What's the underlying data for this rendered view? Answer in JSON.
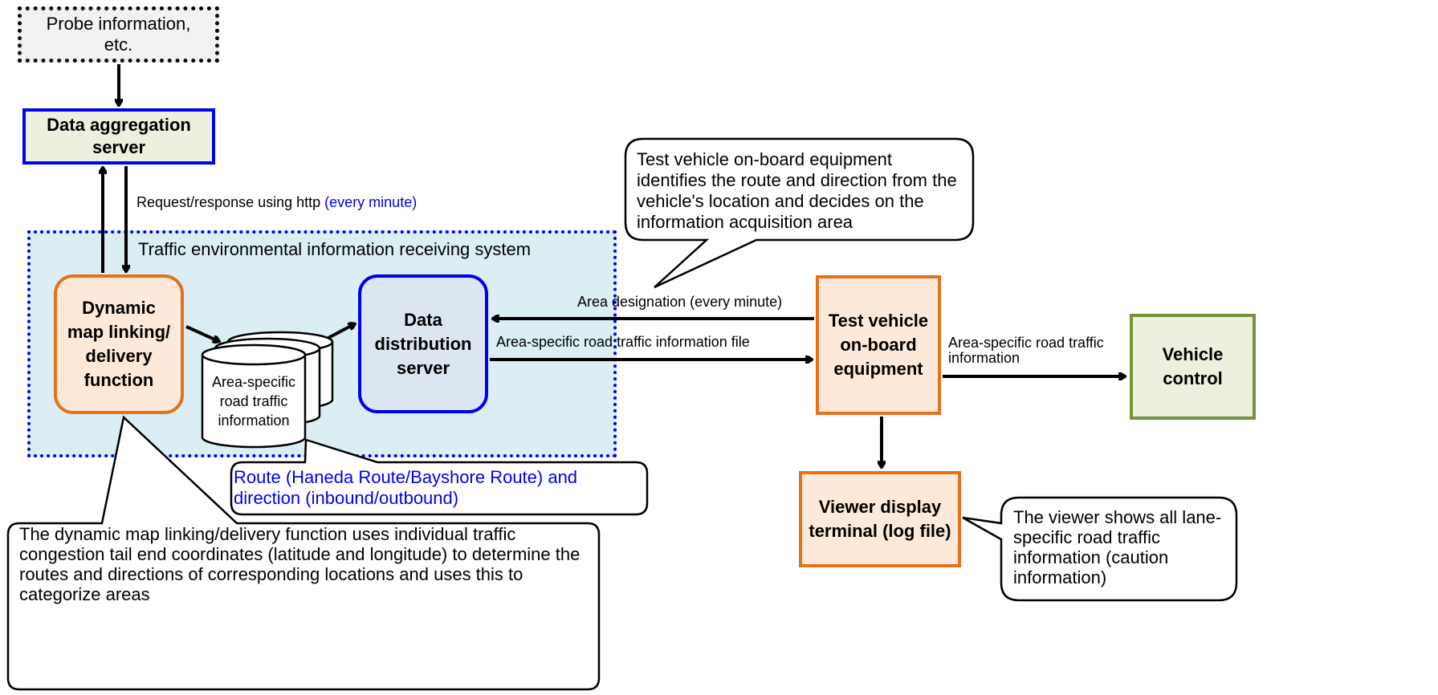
{
  "nodes": {
    "probe": "Probe information, etc.",
    "aggregation": "Data aggregation server",
    "system_label": "Traffic environmental information receiving system",
    "dynamic_map": "Dynamic map linking/ delivery function",
    "db": "Area-specific road traffic information",
    "distribution": "Data distribution server",
    "test_vehicle": "Test vehicle on-board equipment",
    "vehicle_control": "Vehicle control",
    "viewer": "Viewer display terminal (log file)"
  },
  "edges": {
    "http_prefix": "Request/response using http",
    "http_suffix": "(every minute)",
    "area_designation": "Area designation (every minute)",
    "area_file": "Area-specific road traffic information file",
    "area_info_line1": "Area-specific road traffic",
    "area_info_line2": "information"
  },
  "callouts": {
    "test_vehicle": "Test vehicle on-board equipment identifies the route and direction from the vehicle's location and decides on the information acquisition area",
    "route": "Route (Haneda Route/Bayshore Route) and direction (inbound/outbound)",
    "dynamic_map": "The dynamic map linking/delivery function uses individual traffic congestion tail end coordinates (latitude and longitude) to determine the routes and directions of corresponding locations and uses this to categorize areas",
    "viewer": "The viewer shows all lane-specific road traffic information (caution information)"
  },
  "colors": {
    "blue_border": "#0000ee",
    "orange_border": "#e4711c",
    "green_border": "#76933c",
    "system_fill": "#daeef3",
    "node_fill_orange": "#fde9d9",
    "node_fill_green": "#ebf1de",
    "node_fill_blue": "#dce6f1",
    "blue_text": "#0000ee"
  }
}
